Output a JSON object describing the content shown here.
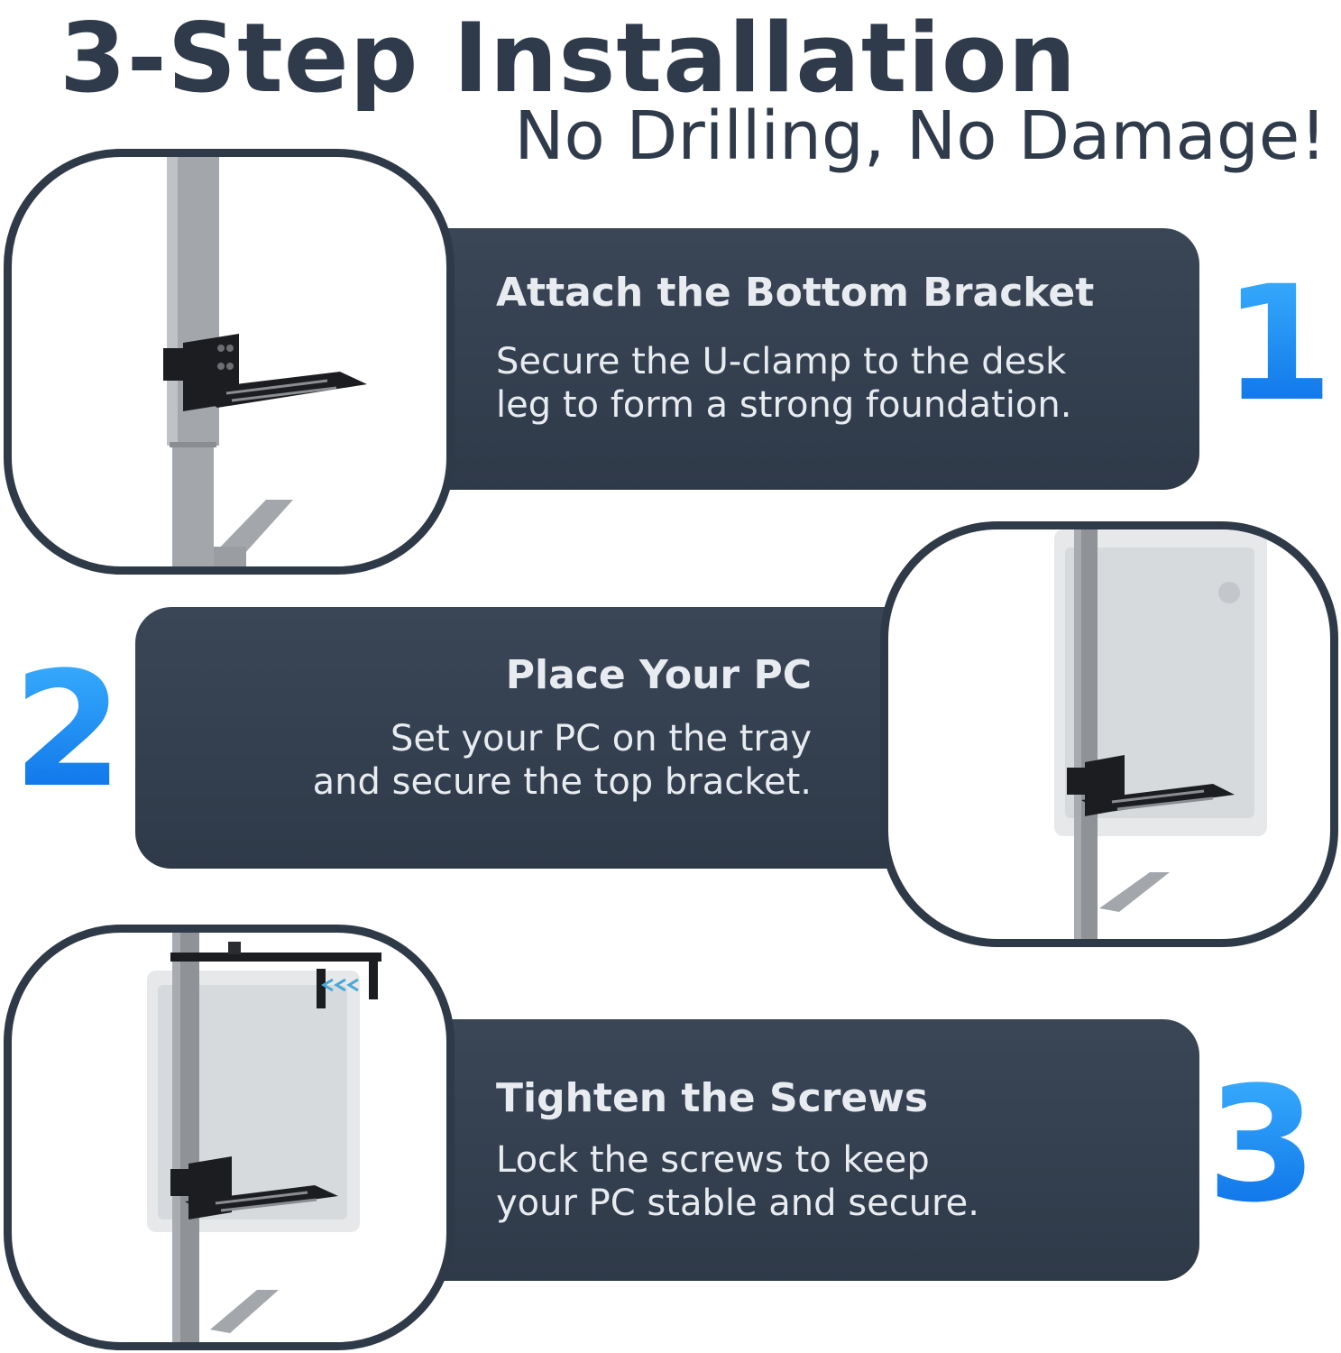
{
  "header": {
    "title": "3-Step Installation",
    "subtitle": "No Drilling, No Damage!"
  },
  "steps": [
    {
      "number": "1",
      "title": "Attach the Bottom Bracket",
      "lines": [
        "Secure the U-clamp to the desk",
        "leg to form a strong foundation."
      ]
    },
    {
      "number": "2",
      "title": "Place Your PC",
      "lines": [
        "Set your PC on the tray",
        "and secure the top bracket."
      ]
    },
    {
      "number": "3",
      "title": "Tighten the Screws",
      "lines": [
        "Lock the screws to keep",
        "your PC stable and secure."
      ]
    }
  ],
  "colors": {
    "heading": "#2f3b4a",
    "panel": "#333f4e",
    "panel_text": "#e8ecf0",
    "accent_blue": "#1a8cff",
    "metal": "#9a9ea3",
    "bracket": "#1c1d20"
  }
}
